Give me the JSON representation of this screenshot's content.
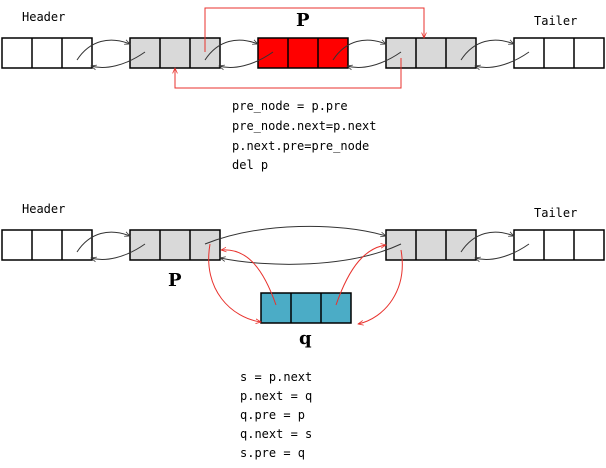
{
  "top": {
    "header_label": "Header",
    "tailer_label": "Tailer",
    "p_label": "P",
    "code": [
      "pre_node = p.pre",
      "pre_node.next=p.next",
      "p.next.pre=pre_node",
      "del p"
    ]
  },
  "bottom": {
    "header_label": "Header",
    "tailer_label": "Tailer",
    "p_label": "P",
    "q_label": "q",
    "code": [
      "s = p.next",
      "p.next = q",
      "q.pre = p",
      "q.next = s",
      "s.pre = q"
    ]
  },
  "colors": {
    "plain_node": "#ffffff",
    "neighbor_node": "#d9d9d9",
    "deleted_node": "#ff0000",
    "inserted_node": "#4bacc6",
    "red_arrow": "#e8322d",
    "link": "#333333"
  }
}
